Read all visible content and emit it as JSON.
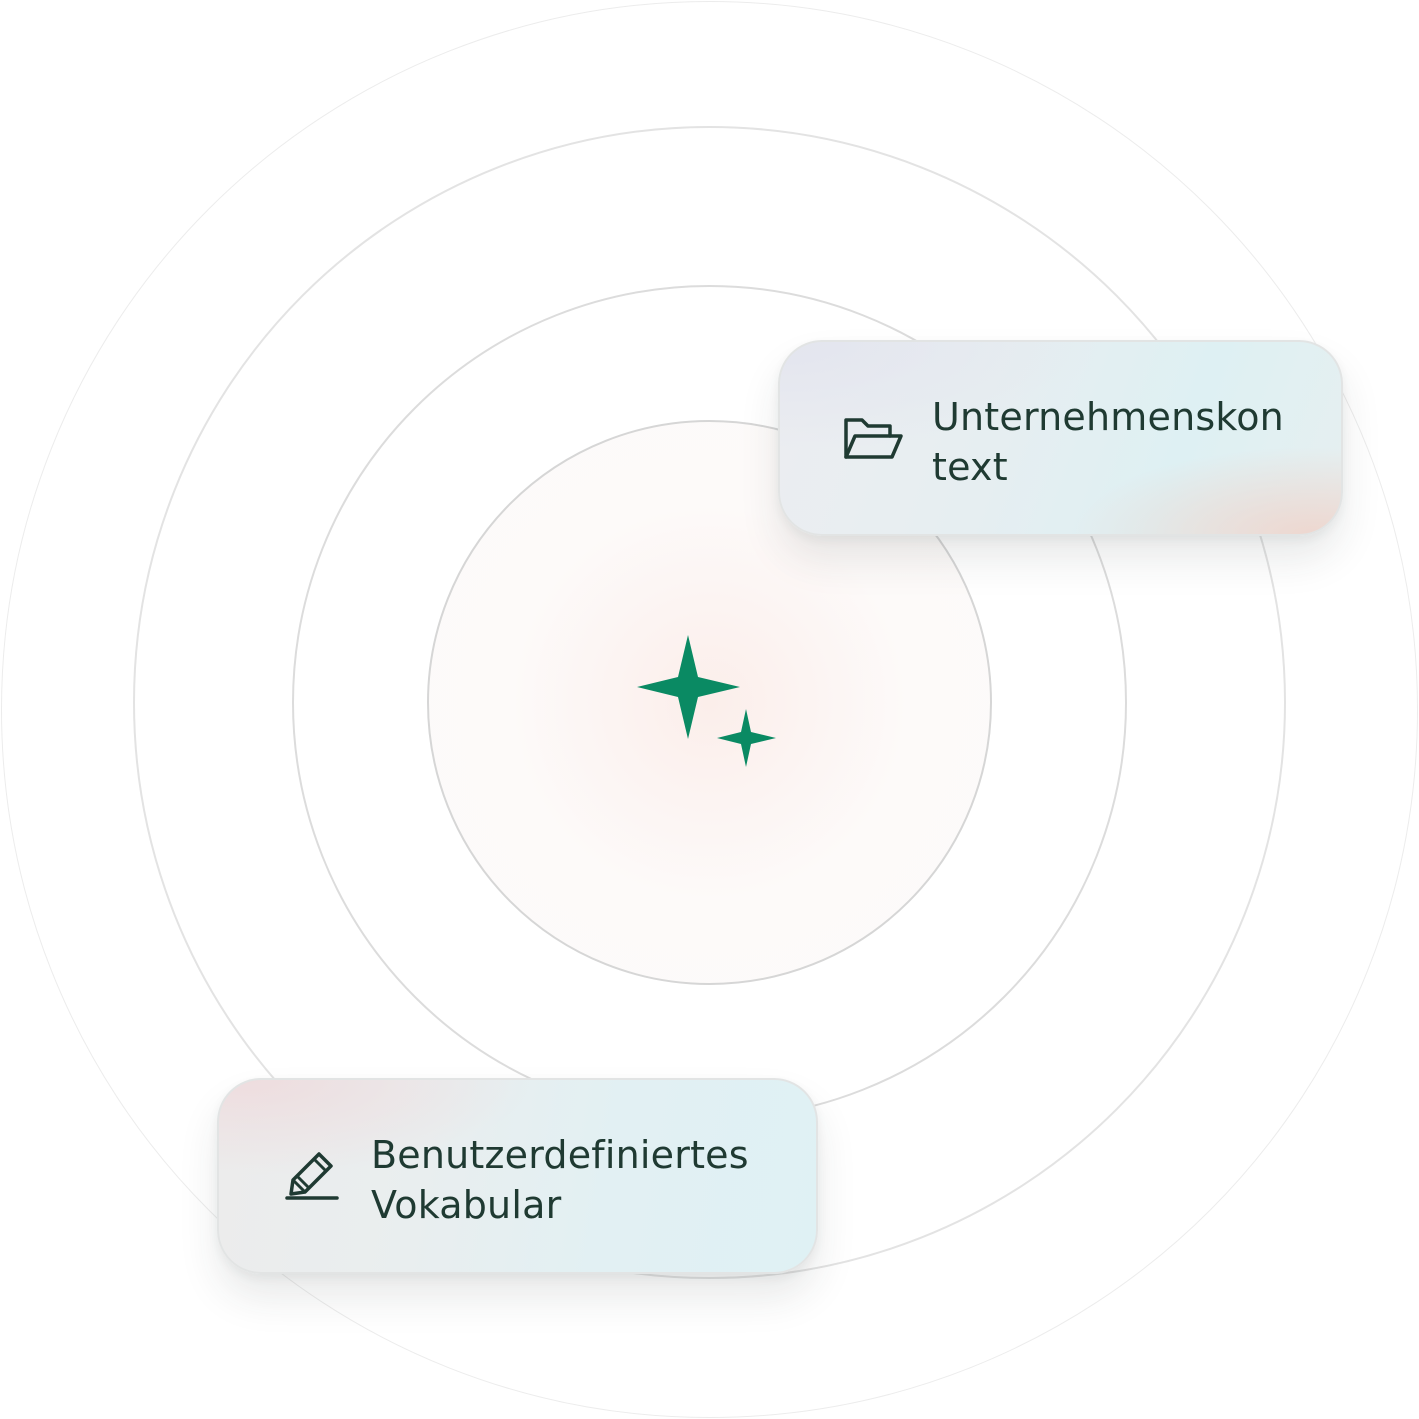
{
  "cards": {
    "context": {
      "line1": "Unternehmenskon",
      "line2": "text",
      "icon": "folder-open-icon"
    },
    "vocabulary": {
      "line1": "Benutzerdefiniertes",
      "line2": "Vokabular",
      "icon": "pencil-icon"
    }
  },
  "center": {
    "icon": "sparkle-icon"
  },
  "colors": {
    "accent": "#0a8a63",
    "text": "#1f3a32",
    "ring": "#dcdcdc"
  }
}
